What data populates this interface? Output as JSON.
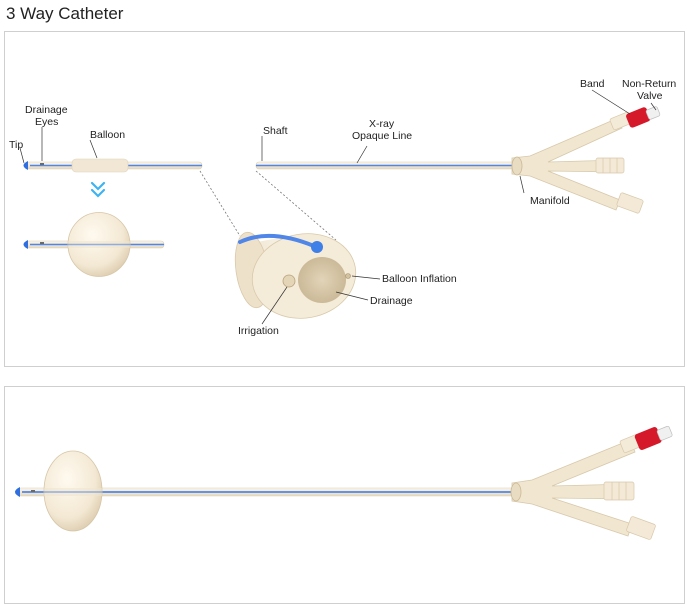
{
  "title": "3 Way Catheter",
  "labels": {
    "drainage_eyes": [
      "Drainage",
      "Eyes"
    ],
    "tip": "Tip",
    "balloon": "Balloon",
    "shaft": "Shaft",
    "xray_line": [
      "X-ray",
      "Opaque Line"
    ],
    "band": "Band",
    "non_return_valve": [
      "Non-Return",
      "Valve"
    ],
    "manifold": "Manifold",
    "balloon_inflation": "Balloon Inflation",
    "drainage": "Drainage",
    "irrigation": "Irrigation"
  },
  "colors": {
    "tube": "#f4ead8",
    "tube_edge": "#ded0b6",
    "xray_line": "#4f86e8",
    "tip": "#2f6fe0",
    "band": "#d6192a",
    "arrow": "#3fb3f2",
    "panel_border": "#cfcfcf"
  }
}
